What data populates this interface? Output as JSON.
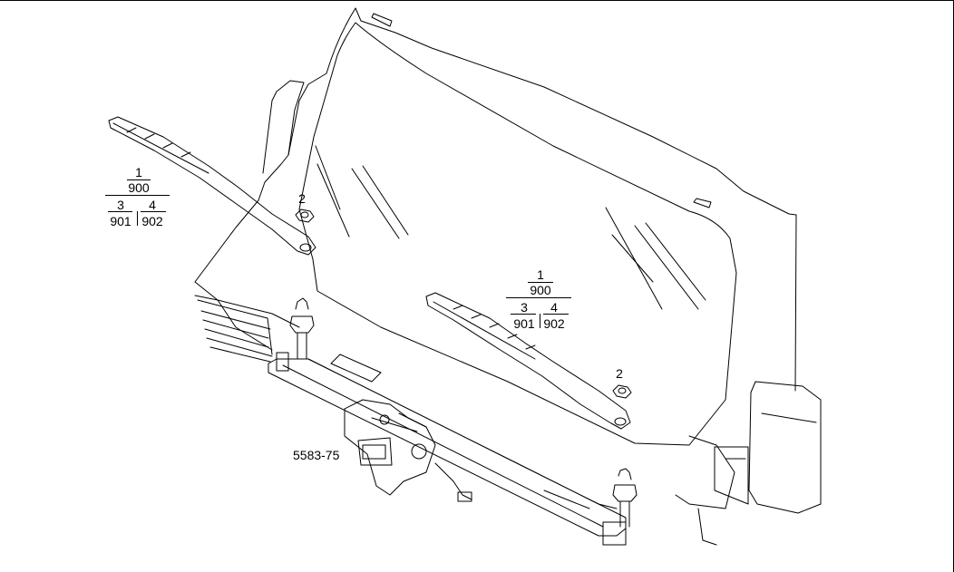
{
  "callouts": {
    "left": {
      "top": "1",
      "mid": "900",
      "bottom_left": "3",
      "bottom_right": "4",
      "sub_left": "901",
      "sub_right": "902"
    },
    "right": {
      "top": "1",
      "mid": "900",
      "bottom_left": "3",
      "bottom_right": "4",
      "sub_left": "901",
      "sub_right": "902"
    },
    "nut_left": "2",
    "nut_right": "2"
  },
  "reference_number": "5583-75",
  "colors": {
    "ink": "#000000",
    "paper": "#ffffff"
  }
}
